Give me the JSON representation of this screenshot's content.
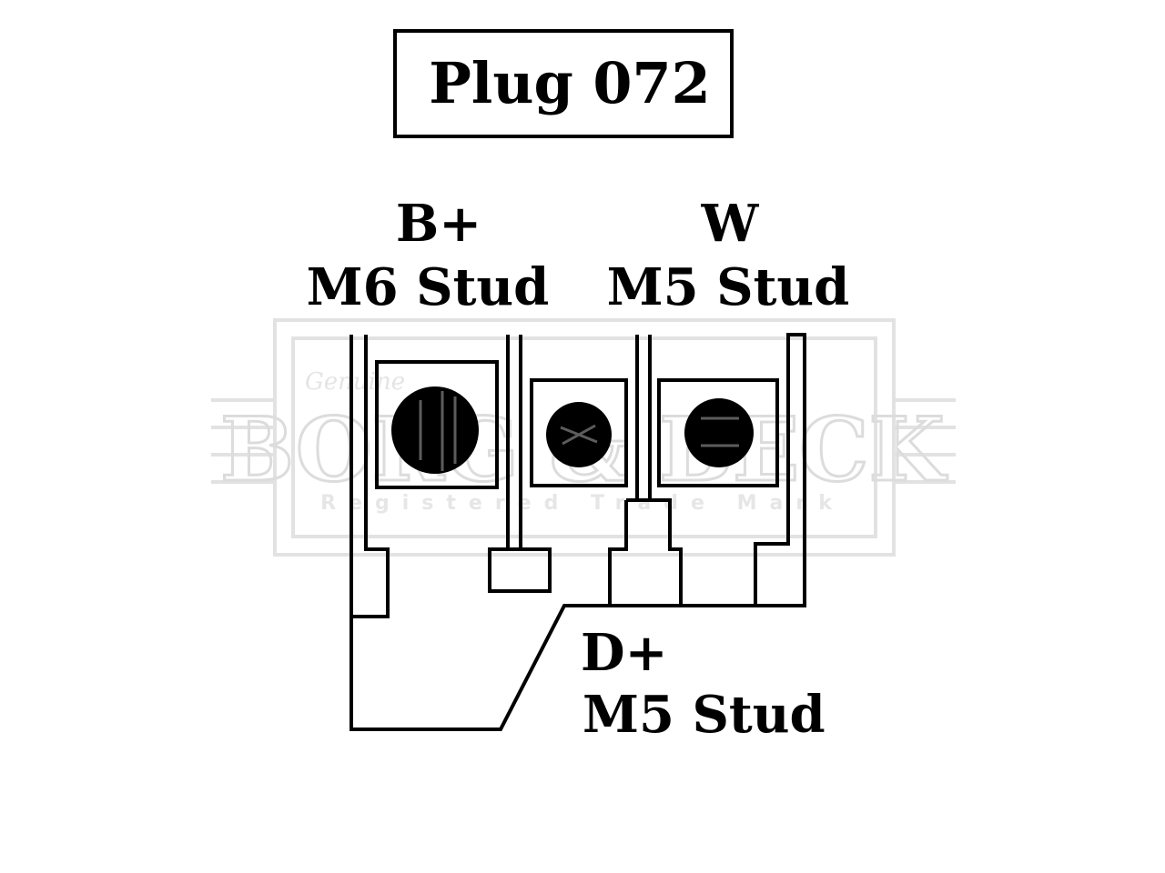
{
  "title": "Plug 072",
  "terminals": {
    "b_plus": {
      "name": "B+",
      "stud": "M6 Stud"
    },
    "w": {
      "name": "W",
      "stud": "M5 Stud"
    },
    "d_plus": {
      "name": "D+",
      "stud": "M5 Stud"
    }
  },
  "watermark": {
    "brand": "BORG & BECK",
    "tagline": "Registered Trade Mark",
    "script": "Genuine"
  }
}
